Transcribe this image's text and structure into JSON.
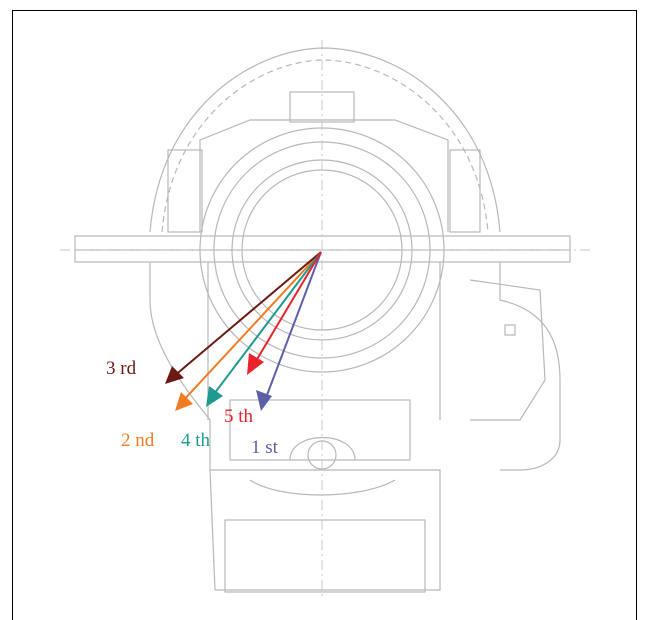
{
  "colors": {
    "first": "#5b5fa8",
    "second": "#f07b22",
    "third": "#6b1a12",
    "fourth": "#1e9a90",
    "fifth": "#e8232b",
    "drawing_line": "#b4b4b4"
  },
  "arrows": [
    {
      "label": "1 st",
      "order": 1,
      "color": "#5b5fa8"
    },
    {
      "label": "2 nd",
      "order": 2,
      "color": "#f07b22"
    },
    {
      "label": "3 rd",
      "order": 3,
      "color": "#6b1a12"
    },
    {
      "label": "4 th",
      "order": 4,
      "color": "#1e9a90"
    },
    {
      "label": "5 th",
      "order": 5,
      "color": "#e8232b"
    }
  ]
}
